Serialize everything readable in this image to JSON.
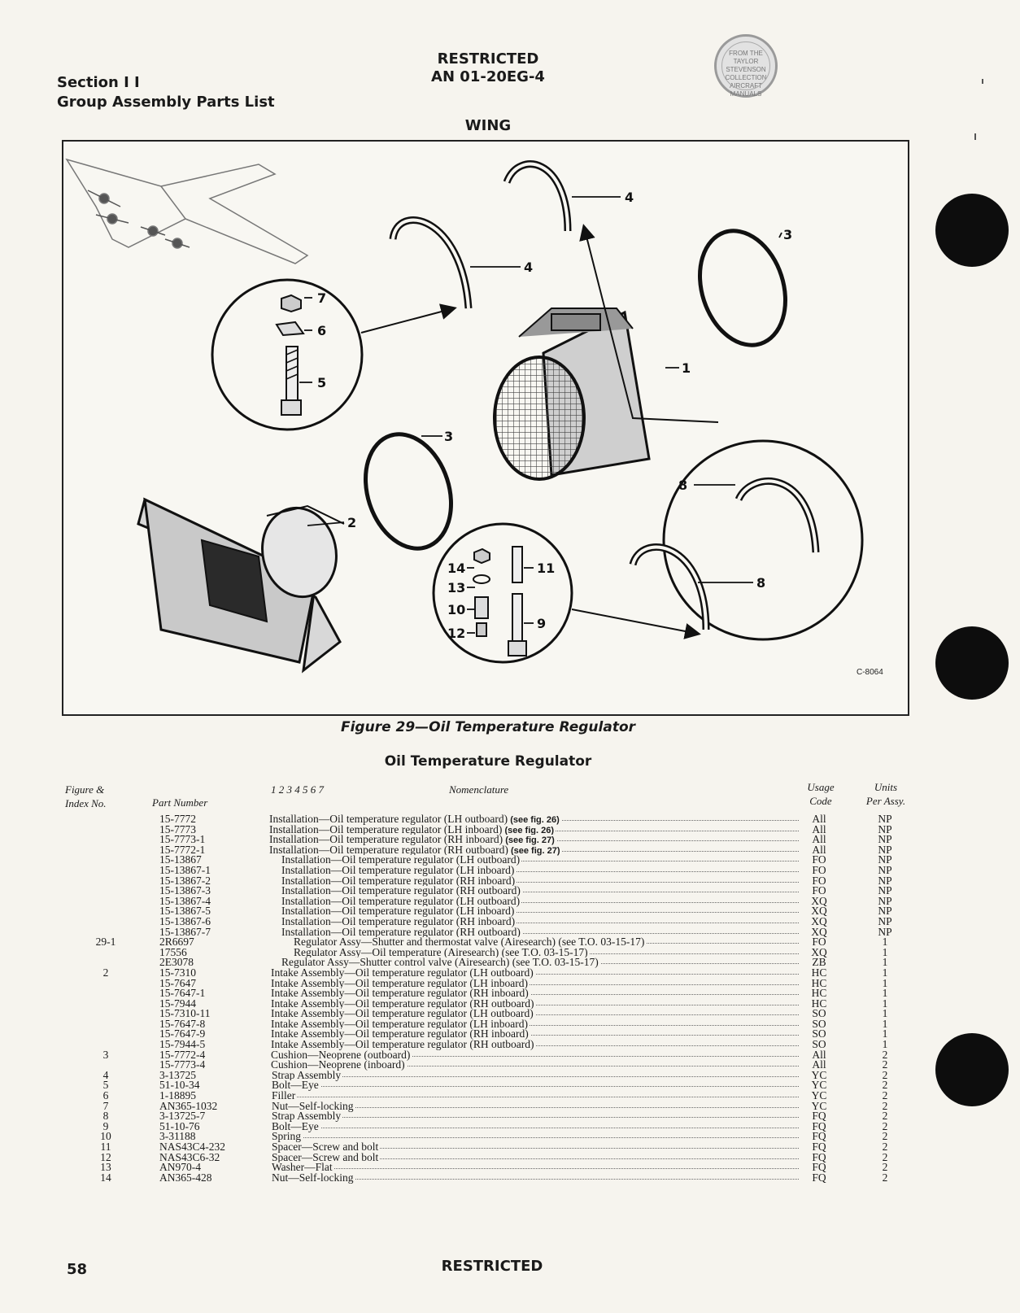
{
  "header": {
    "section": "Section I I",
    "subtitle": "Group Assembly Parts List",
    "restricted": "RESTRICTED",
    "doc_number": "AN 01-20EG-4",
    "area": "WING"
  },
  "stamp": {
    "lines": [
      "FROM THE",
      "TAYLOR",
      "STEVENSON",
      "COLLECTION",
      "AIRCRAFT",
      "MANUALS"
    ]
  },
  "figure": {
    "callouts": [
      "1",
      "2",
      "3",
      "3",
      "4",
      "4",
      "5",
      "6",
      "7",
      "8",
      "8",
      "9",
      "10",
      "11",
      "12",
      "13",
      "14"
    ],
    "drawing_number": "C-8064",
    "caption": "Figure 29—Oil Temperature Regulator"
  },
  "table": {
    "title": "Oil Temperature Regulator",
    "headers": {
      "figure_index": "Figure &\nIndex No.",
      "part_number": "Part Number",
      "indent_levels": "1 2 3 4 5 6 7",
      "nomenclature": "Nomenclature",
      "usage_code": "Usage\nCode",
      "units": "Units\nPer Assy."
    },
    "rows": [
      {
        "idx": "",
        "pn": "15-7772",
        "indent": 0,
        "nom": "Installation—Oil temperature regulator (LH outboard)",
        "ref": " (see fig. 26)",
        "code": "All",
        "units": "NP"
      },
      {
        "idx": "",
        "pn": "15-7773",
        "indent": 0,
        "nom": "Installation—Oil temperature regulator (LH inboard)",
        "ref": " (see fig. 26)",
        "code": "All",
        "units": "NP"
      },
      {
        "idx": "",
        "pn": "15-7773-1",
        "indent": 0,
        "nom": "Installation—Oil temperature regulator (RH inboard)",
        "ref": " (see fig. 27)",
        "code": "All",
        "units": "NP"
      },
      {
        "idx": "",
        "pn": "15-7772-1",
        "indent": 0,
        "nom": "Installation—Oil temperature regulator (RH outboard)",
        "ref": " (see fig. 27)",
        "code": "All",
        "units": "NP"
      },
      {
        "idx": "",
        "pn": "15-13867",
        "indent": 1,
        "nom": "Installation—Oil temperature regulator (LH outboard)",
        "ref": "",
        "code": "FO",
        "units": "NP"
      },
      {
        "idx": "",
        "pn": "15-13867-1",
        "indent": 1,
        "nom": "Installation—Oil temperature regulator (LH inboard)",
        "ref": "",
        "code": "FO",
        "units": "NP"
      },
      {
        "idx": "",
        "pn": "15-13867-2",
        "indent": 1,
        "nom": "Installation—Oil temperature regulator (RH inboard)",
        "ref": "",
        "code": "FO",
        "units": "NP"
      },
      {
        "idx": "",
        "pn": "15-13867-3",
        "indent": 1,
        "nom": "Installation—Oil temperature regulator (RH outboard)",
        "ref": "",
        "code": "FO",
        "units": "NP"
      },
      {
        "idx": "",
        "pn": "15-13867-4",
        "indent": 1,
        "nom": "Installation—Oil temperature regulator (LH outboard)",
        "ref": "",
        "code": "XQ",
        "units": "NP"
      },
      {
        "idx": "",
        "pn": "15-13867-5",
        "indent": 1,
        "nom": "Installation—Oil temperature regulator (LH inboard)",
        "ref": "",
        "code": "XQ",
        "units": "NP"
      },
      {
        "idx": "",
        "pn": "15-13867-6",
        "indent": 1,
        "nom": "Installation—Oil temperature regulator (RH inboard)",
        "ref": "",
        "code": "XQ",
        "units": "NP"
      },
      {
        "idx": "",
        "pn": "15-13867-7",
        "indent": 1,
        "nom": "Installation—Oil temperature regulator (RH outboard)",
        "ref": "",
        "code": "XQ",
        "units": "NP"
      },
      {
        "idx": "29-1",
        "pn": "2R6697",
        "indent": 2,
        "nom": "Regulator Assy—Shutter and thermostat valve (Airesearch) (see T.O. 03-15-17)",
        "ref": "",
        "code": "FO",
        "units": "1"
      },
      {
        "idx": "",
        "pn": "17556",
        "indent": 2,
        "nom": "Regulator Assy—Oil temperature (Airesearch) (see T.O. 03-15-17)",
        "ref": "",
        "code": "XQ",
        "units": "1"
      },
      {
        "idx": "",
        "pn": "2E3078",
        "indent": 1,
        "nom": "Regulator Assy—Shutter control valve (Airesearch) (see T.O. 03-15-17)",
        "ref": "",
        "code": "ZB",
        "units": "1"
      },
      {
        "idx": "2",
        "pn": "15-7310",
        "indent": 0.1,
        "nom": "Intake Assembly—Oil temperature regulator (LH outboard)",
        "ref": "",
        "code": "HC",
        "units": "1"
      },
      {
        "idx": "",
        "pn": "15-7647",
        "indent": 0.1,
        "nom": "Intake Assembly—Oil temperature regulator (LH inboard)",
        "ref": "",
        "code": "HC",
        "units": "1"
      },
      {
        "idx": "",
        "pn": "15-7647-1",
        "indent": 0.1,
        "nom": "Intake Assembly—Oil temperature regulator (RH inboard)",
        "ref": "",
        "code": "HC",
        "units": "1"
      },
      {
        "idx": "",
        "pn": "15-7944",
        "indent": 0.1,
        "nom": "Intake Assembly—Oil temperature regulator (RH outboard)",
        "ref": "",
        "code": "HC",
        "units": "1"
      },
      {
        "idx": "",
        "pn": "15-7310-11",
        "indent": 0.1,
        "nom": "Intake Assembly—Oil temperature regulator (LH outboard)",
        "ref": "",
        "code": "SO",
        "units": "1"
      },
      {
        "idx": "",
        "pn": "15-7647-8",
        "indent": 0.1,
        "nom": "Intake Assembly—Oil temperature regulator (LH inboard)",
        "ref": "",
        "code": "SO",
        "units": "1"
      },
      {
        "idx": "",
        "pn": "15-7647-9",
        "indent": 0.1,
        "nom": "Intake Assembly—Oil temperature regulator (RH inboard)",
        "ref": "",
        "code": "SO",
        "units": "1"
      },
      {
        "idx": "",
        "pn": "15-7944-5",
        "indent": 0.1,
        "nom": "Intake Assembly—Oil temperature regulator (RH outboard)",
        "ref": "",
        "code": "SO",
        "units": "1"
      },
      {
        "idx": "3",
        "pn": "15-7772-4",
        "indent": 0.1,
        "nom": "Cushion—Neoprene (outboard)",
        "ref": "",
        "code": "All",
        "units": "2"
      },
      {
        "idx": "",
        "pn": "15-7773-4",
        "indent": 0.1,
        "nom": "Cushion—Neoprene (inboard)",
        "ref": "",
        "code": "All",
        "units": "2"
      },
      {
        "idx": "4",
        "pn": "3-13725",
        "indent": 0.2,
        "nom": "Strap Assembly",
        "ref": "",
        "code": "YC",
        "units": "2"
      },
      {
        "idx": "5",
        "pn": "51-10-34",
        "indent": 0.2,
        "nom": "Bolt—Eye",
        "ref": "",
        "code": "YC",
        "units": "2"
      },
      {
        "idx": "6",
        "pn": "1-18895",
        "indent": 0.2,
        "nom": "Filler",
        "ref": "",
        "code": "YC",
        "units": "2"
      },
      {
        "idx": "7",
        "pn": "AN365-1032",
        "indent": 0.2,
        "nom": "Nut—Self-locking",
        "ref": "",
        "code": "YC",
        "units": "2"
      },
      {
        "idx": "8",
        "pn": "3-13725-7",
        "indent": 0.2,
        "nom": "Strap Assembly",
        "ref": "",
        "code": "FQ",
        "units": "2"
      },
      {
        "idx": "9",
        "pn": "51-10-76",
        "indent": 0.2,
        "nom": "Bolt—Eye",
        "ref": "",
        "code": "FQ",
        "units": "2"
      },
      {
        "idx": "10",
        "pn": "3-31188",
        "indent": 0.2,
        "nom": "Spring",
        "ref": "",
        "code": "FQ",
        "units": "2"
      },
      {
        "idx": "11",
        "pn": "NAS43C4-232",
        "indent": 0.2,
        "nom": "Spacer—Screw and bolt",
        "ref": "",
        "code": "FQ",
        "units": "2"
      },
      {
        "idx": "12",
        "pn": "NAS43C6-32",
        "indent": 0.2,
        "nom": "Spacer—Screw and bolt",
        "ref": "",
        "code": "FQ",
        "units": "2"
      },
      {
        "idx": "13",
        "pn": "AN970-4",
        "indent": 0.2,
        "nom": "Washer—Flat",
        "ref": "",
        "code": "FQ",
        "units": "2"
      },
      {
        "idx": "14",
        "pn": "AN365-428",
        "indent": 0.2,
        "nom": "Nut—Self-locking",
        "ref": "",
        "code": "FQ",
        "units": "2"
      }
    ]
  },
  "footer": {
    "page_number": "58",
    "restricted": "RESTRICTED"
  }
}
